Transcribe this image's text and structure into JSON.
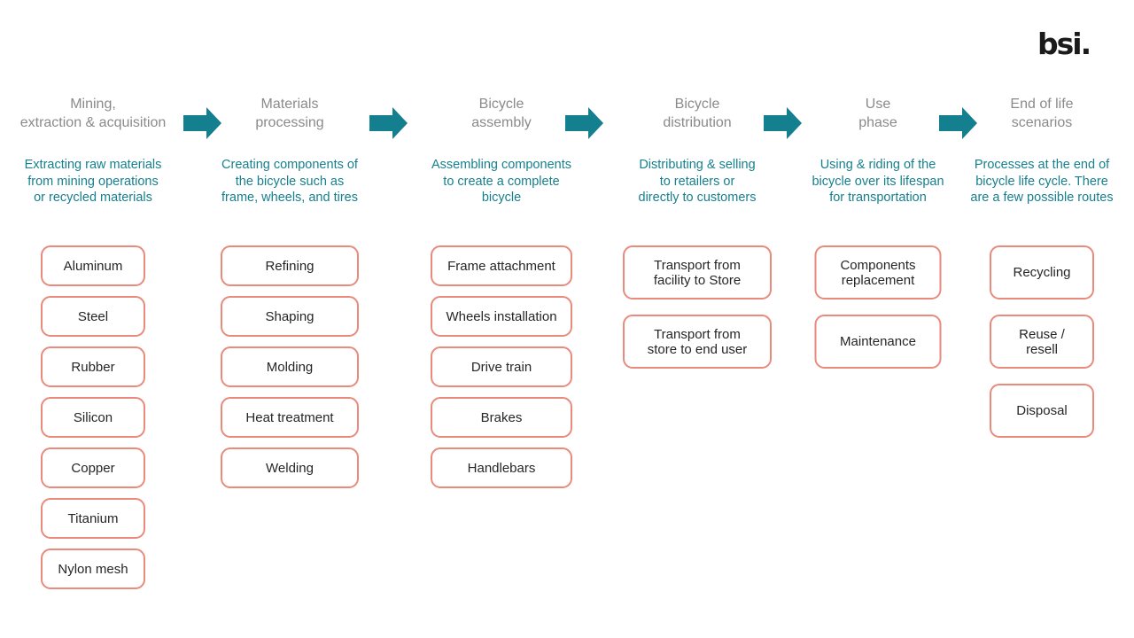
{
  "logo": {
    "text": "bsi."
  },
  "colors": {
    "teal": "#147F8E",
    "coral": "#E88B7D",
    "title_gray": "#8A8A8A",
    "description_teal": "#17808E",
    "box_text": "#262626",
    "background": "#FFFFFF"
  },
  "stages": [
    {
      "title": "Mining,\nextraction & acquisition",
      "description": "Extracting raw materials\nfrom mining operations\nor recycled materials",
      "boxes": [
        "Aluminum",
        "Steel",
        "Rubber",
        "Silicon",
        "Copper",
        "Titanium",
        "Nylon mesh"
      ]
    },
    {
      "title": "Materials\nprocessing",
      "description": "Creating components of\nthe bicycle such as\nframe, wheels, and tires",
      "boxes": [
        "Refining",
        "Shaping",
        "Molding",
        "Heat treatment",
        "Welding"
      ]
    },
    {
      "title": "Bicycle\nassembly",
      "description": "Assembling components\nto create a complete\nbicycle",
      "boxes": [
        "Frame attachment",
        "Wheels installation",
        "Drive train",
        "Brakes",
        "Handlebars"
      ]
    },
    {
      "title": "Bicycle\ndistribution",
      "description": "Distributing & selling\nto retailers or\ndirectly to customers",
      "boxes": [
        "Transport from\nfacility to Store",
        "Transport from\nstore to end user"
      ]
    },
    {
      "title": "Use\nphase",
      "description": "Using & riding of the\nbicycle over its lifespan\nfor transportation",
      "boxes": [
        "Components\nreplacement",
        "Maintenance"
      ]
    },
    {
      "title": "End of life\nscenarios",
      "description": "Processes at the end of\nbicycle life cycle. There\nare a few possible routes",
      "boxes": [
        "Recycling",
        "Reuse /\nresell",
        "Disposal"
      ]
    }
  ]
}
